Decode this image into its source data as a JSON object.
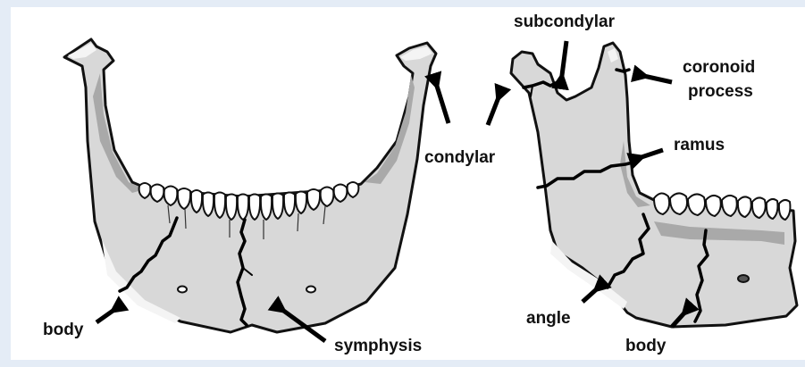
{
  "labels": {
    "subcondylar": "subcondylar",
    "coronoid_line1": "coronoid",
    "coronoid_line2": "process",
    "condylar": "condylar",
    "ramus": "ramus",
    "body_front": "body",
    "symphysis": "symphysis",
    "angle": "angle",
    "body_side": "body"
  },
  "colors": {
    "page_background": "#e4ecf6",
    "panel_background": "#ffffff",
    "bone": "#d8d8d8",
    "bone_shadow": "#a9a9a9",
    "outline": "#111111"
  }
}
